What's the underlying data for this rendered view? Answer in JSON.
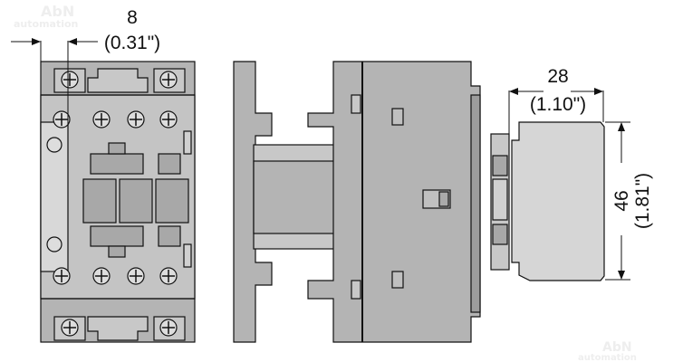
{
  "watermark": {
    "brand": "AbN",
    "sub": "automation"
  },
  "dimensions": {
    "width_terminal": {
      "mm": "8",
      "inch": "(0.31\")"
    },
    "aux_depth": {
      "mm": "28",
      "inch": "(1.10\")"
    },
    "aux_height": {
      "mm": "46",
      "inch": "(1.81\")"
    }
  },
  "colors": {
    "body": "#b4b4b4",
    "light": "#d4d4d4",
    "dark": "#9a9a9a",
    "line": "#111111"
  }
}
